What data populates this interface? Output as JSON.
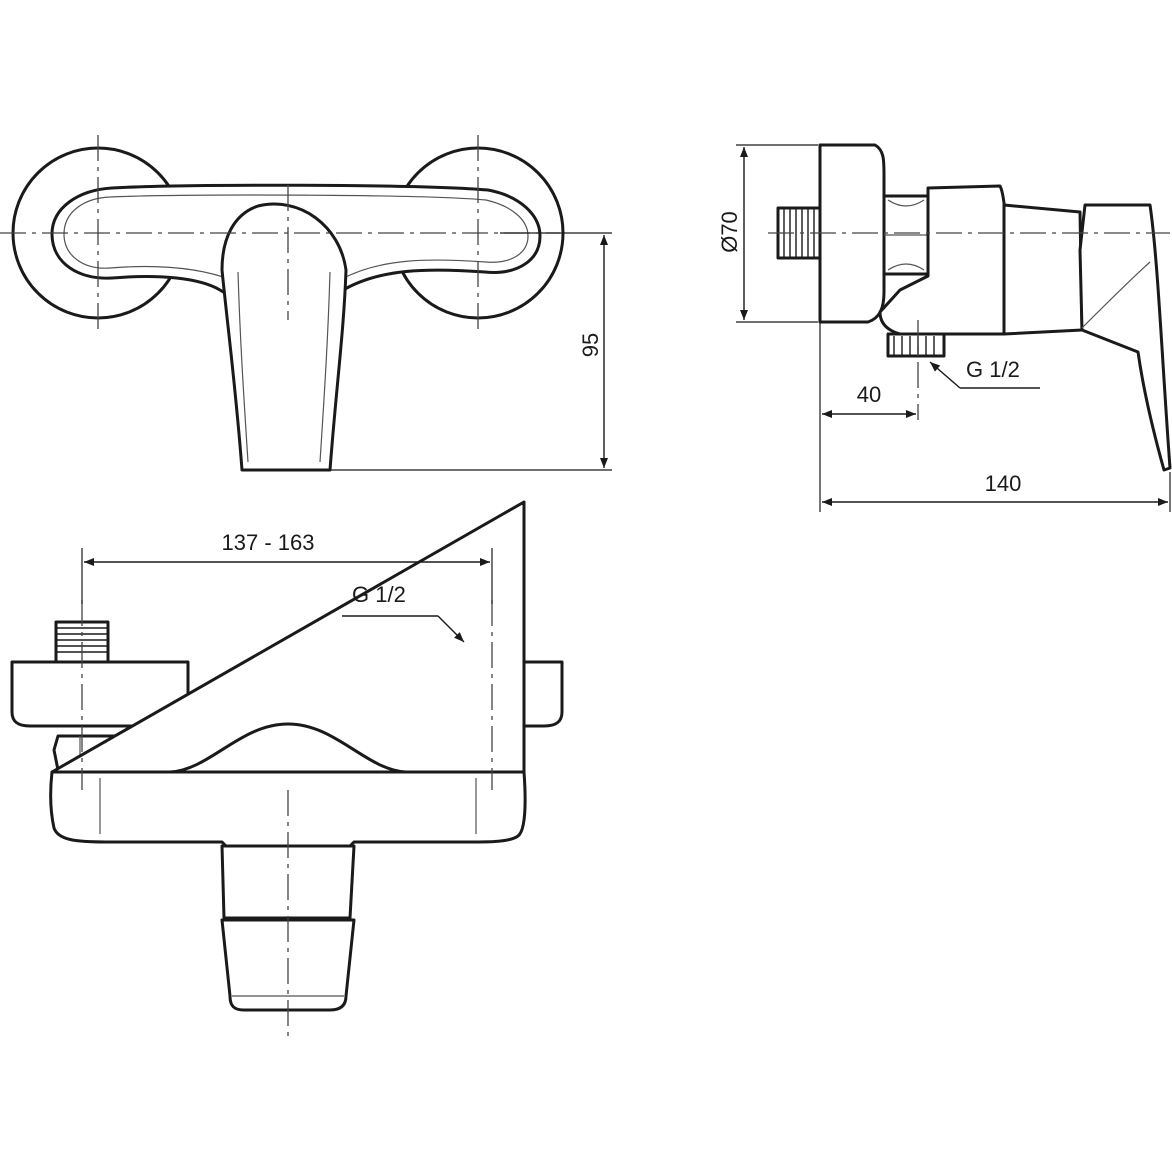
{
  "dimensions": {
    "height_front": "95",
    "diameter_side": "Ø70",
    "outlet_offset": "40",
    "depth_total": "140",
    "inlet_spacing": "137 - 163",
    "outlet_thread": "G 1/2",
    "inlet_thread": "G 1/2"
  },
  "colors": {
    "line": "#1a1a1a",
    "background": "#ffffff"
  }
}
